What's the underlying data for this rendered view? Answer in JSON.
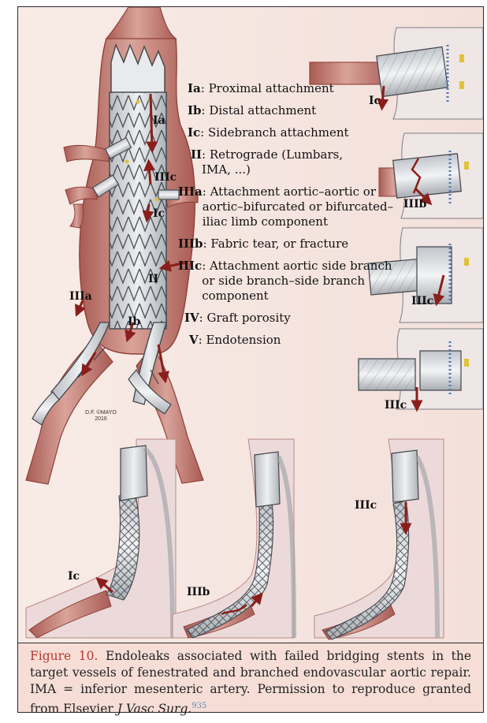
{
  "legend": [
    {
      "code": "Ia",
      "text": ": Proximal attachment"
    },
    {
      "code": "Ib",
      "text": ": Distal attachment"
    },
    {
      "code": "Ic",
      "text": ": Sidebranch attachment"
    },
    {
      "code": "II",
      "text": ": Retrograde (Lumbars, IMA, ...)"
    },
    {
      "code": "IIIa",
      "text": ": Attachment aortic–aortic or aortic–bifurcated or bifurcated–iliac limb component"
    },
    {
      "code": "IIIb",
      "text": ": Fabric tear, or fracture"
    },
    {
      "code": "IIIc",
      "text": ": Attachment aortic side branch or side branch–side branch component"
    },
    {
      "code": "IV",
      "text": ": Graft porosity"
    },
    {
      "code": "V",
      "text": ": Endotension"
    }
  ],
  "aorta_labels": {
    "ia": "Ia",
    "iiic": "IIIc",
    "ic": "Ic",
    "ii": "II",
    "iiia": "IIIa",
    "ib": "Ib"
  },
  "signature": "D.F. ©MAYO 2016",
  "inset_labels": {
    "top": "Ic",
    "second": "IIIb",
    "third": "IIIc",
    "fourth": "IIIc"
  },
  "bottom_labels": {
    "left": "Ic",
    "middle": "IIIb",
    "right": "IIIc"
  },
  "caption": {
    "figure": "Figure 10.",
    "text": " Endoleaks associated with failed bridging stents in the target vessels of fenestrated and branched endovascular aortic repair. IMA = inferior mesenteric artery. Permission to reproduce granted from Elsevier ",
    "journal": "J Vasc Surg.",
    "ref": "935"
  },
  "colors": {
    "vessel": "#c98a7f",
    "vessel_dark": "#8e4039",
    "stent": "#d7dadd",
    "wire": "#4a4f55",
    "leak_arrow": "#8a1e1a",
    "caption_bg": "#f6ded7",
    "figure_label": "#b6392f"
  }
}
